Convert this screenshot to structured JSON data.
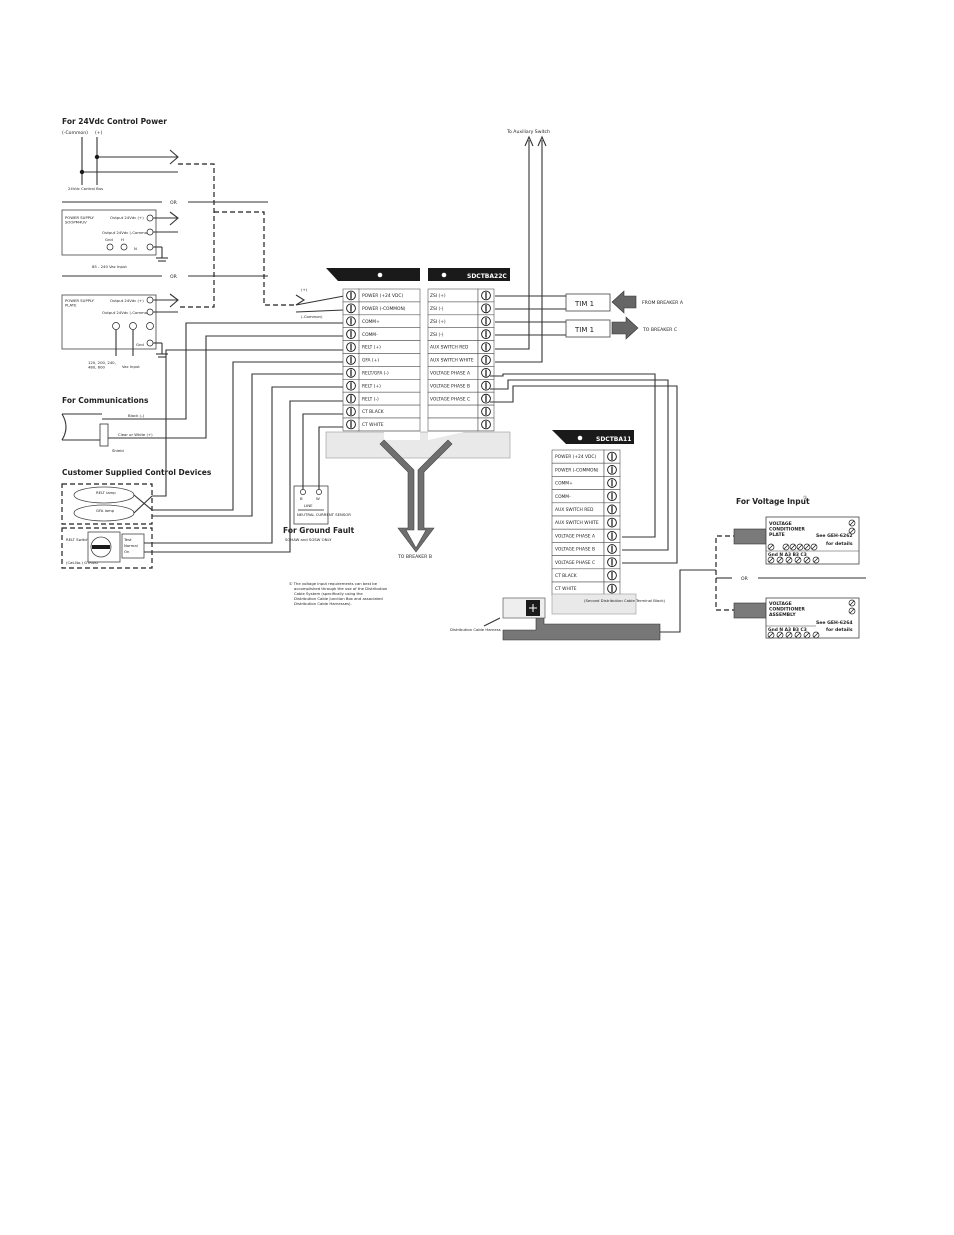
{
  "sections": {
    "control_power": "For 24Vdc Control Power",
    "communications": "For Communications",
    "customer_devices": "Customer Supplied Control Devices",
    "ground_fault": "For Ground Fault",
    "ground_fault_sub": "SGHAW and SGSW ONLY",
    "voltage_input": "For Voltage Input"
  },
  "labels": {
    "common": "(-Common)",
    "plus": "(+)",
    "bus": "24Vdc Control Bus",
    "or": "OR",
    "to_aux": "To Auxiliary Switch",
    "from_a": "FROM BREAKER A",
    "to_c": "TO BREAKER C",
    "to_b": "TO BREAKER B",
    "tim": "TIM 1",
    "black": "Black (–)",
    "clear": "Clear or White (+)",
    "shield": "Shield",
    "second_dist": "(Second Distribution Cable Terminal Block)",
    "dist_harness": "Distribution Cable Harness",
    "term_plus": "(+)",
    "term_common": "(-Common)"
  },
  "power_supplies": [
    {
      "name": "POWER SUPPLY\nSOOPM4UV",
      "out_pos": "Output 24Vdc (+)",
      "out_neg": "Output 24Vdc (-Common)",
      "terms": [
        "Gnd",
        "H",
        "N"
      ],
      "input": "85 - 240 Vac Input"
    },
    {
      "name": "POWER SUPPLY\nPLATE",
      "out_pos": "Output 24Vdc (+)",
      "out_neg": "Output 24Vdc (-Common)",
      "terms": [
        "Gnd"
      ],
      "input": "120, 200, 240,\n480, 600",
      "input2": "Vac Input"
    }
  ],
  "devices": {
    "relt_lamp": "RELT lamp",
    "gfa_lamp": "GFA lamp",
    "relt_switch": "RELT Switch Kit",
    "cat": "(Cat.No.) GTRSKI",
    "positions": [
      "Test",
      "Normal",
      "On"
    ]
  },
  "sensor": {
    "terms": [
      "B",
      "W"
    ],
    "label": "LINE",
    "name": "NEUTRAL CURRENT SENSOR"
  },
  "blocks": {
    "left": {
      "rows": [
        "POWER (+24 VDC)",
        "POWER (-COMMON)",
        "COMM+",
        "COMM-",
        "RELT (+)",
        "GFA (+)",
        "RELT/GFA (-)",
        "RELT (+)",
        "RELT (-)",
        "CT BLACK",
        "CT WHITE"
      ]
    },
    "right": {
      "title": "SDCTBA22C",
      "rows": [
        "ZSI (+)",
        "ZSI (-)",
        "ZSI (+)",
        "ZSI (-)",
        "AUX SWITCH RED",
        "AUX SWITCH WHITE",
        "VOLTAGE PHASE A",
        "VOLTAGE PHASE B",
        "VOLTAGE PHASE C",
        "",
        ""
      ]
    },
    "second": {
      "title": "SDCTBA11",
      "rows": [
        "POWER (+24 VDC)",
        "POWER (-COMMON)",
        "COMM+",
        "COMM-",
        "AUX SWITCH RED",
        "AUX SWITCH WHITE",
        "VOLTAGE PHASE A",
        "VOLTAGE PHASE B",
        "VOLTAGE PHASE C",
        "CT BLACK",
        "CT WHITE"
      ]
    }
  },
  "voltage_conditioners": [
    {
      "name": "VOLTAGE\nCONDITIONER\nPLATE",
      "see": "See GEH-6262",
      "details": "for details",
      "terms": "Gnd N A3 B3 C3"
    },
    {
      "name": "VOLTAGE\nCONDITIONER\nASSEMBLY",
      "see": "See GEH-6264",
      "details": "for details",
      "terms": "Gnd N A3 B3 C3"
    }
  ],
  "footnote": "① The voltage input requirements can best be accomplished through the use of the Distribution Cable System (specifically using the Distribution Cable Junction Box and associated Distribution Cable Harnesses)."
}
